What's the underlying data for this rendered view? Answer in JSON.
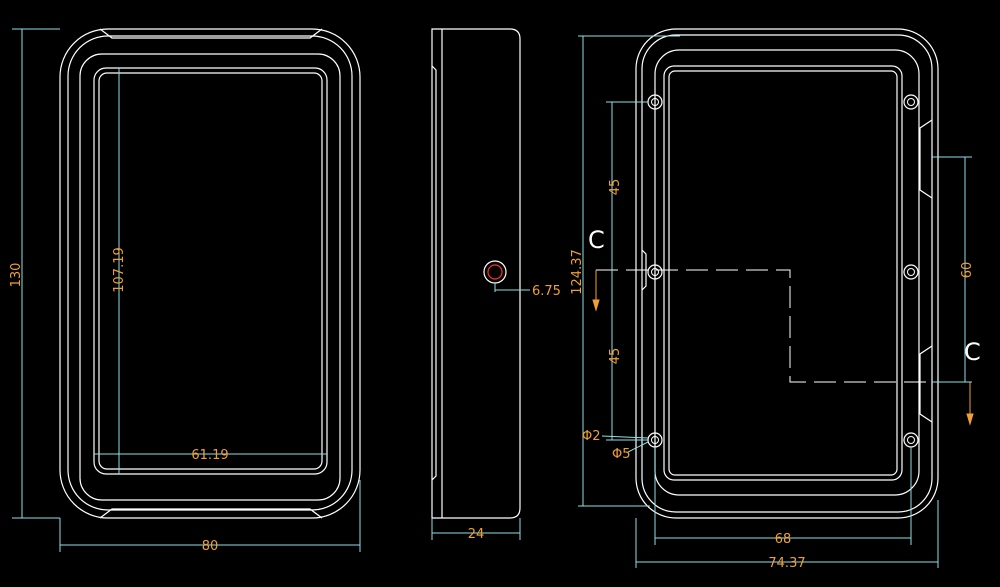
{
  "drawing": {
    "front_view": {
      "height_total": "130",
      "inner_height": "107.19",
      "inner_width": "61.19",
      "width_total": "80"
    },
    "side_view": {
      "depth": "24",
      "hole_dim": "6.75"
    },
    "back_view": {
      "overall_height": "124.37",
      "spacing_top": "45",
      "spacing_bottom": "45",
      "slot_distance": "60",
      "hole_small": "Φ2",
      "hole_large": "Φ5",
      "hole_spacing_width": "68",
      "overall_width": "74.37",
      "section_mark_left": "C",
      "section_mark_right": "C"
    },
    "colors": {
      "background": "#000000",
      "outline": "#ffffff",
      "dimension_line": "#8fe0e8",
      "dimension_text": "#f0a030"
    }
  }
}
